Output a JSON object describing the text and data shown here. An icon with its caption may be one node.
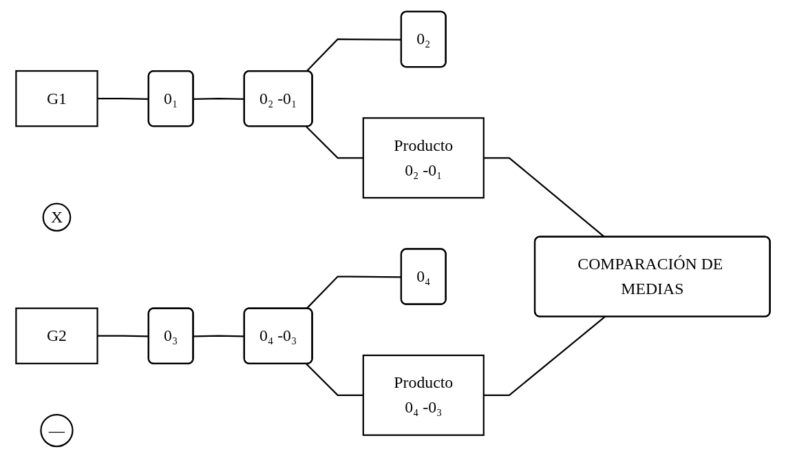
{
  "diagram": {
    "nodes": [
      {
        "text": [
          "0₂ -0₁"
        ]
      },
      {
        "text": [
          "G1"
        ]
      },
      {
        "text": [
          "0₁"
        ]
      },
      {
        "text": [
          "X"
        ]
      },
      {
        "text": [
          "0₂"
        ]
      },
      {
        "text": [
          "Producto",
          "0₂ -0₁"
        ]
      },
      {
        "text": [
          "COMPARACIÓN DE MEDIAS"
        ]
      },
      {
        "text": [
          "G2"
        ]
      },
      {
        "text": [
          "0₃"
        ]
      },
      {
        "text": [
          "—"
        ]
      },
      {
        "text": [
          "0₄"
        ]
      },
      {
        "text": [
          "Producto",
          "0₄ -0₃"
        ]
      },
      {
        "text": [
          "0₄ -0₃"
        ]
      }
    ],
    "edges": [
      {
        "from": 1,
        "to": 2,
        "arrow": "none"
      },
      {
        "from": 2,
        "to": 0,
        "arrow": "none"
      },
      {
        "from": 0,
        "to": 4,
        "arrow": "none"
      },
      {
        "from": 0,
        "to": 5,
        "arrow": "none"
      },
      {
        "from": 5,
        "to": 6,
        "arrow": "none"
      },
      {
        "from": 11,
        "to": 6,
        "arrow": "none"
      },
      {
        "from": 7,
        "to": 8,
        "arrow": "none"
      },
      {
        "from": 8,
        "to": 12,
        "arrow": "none"
      },
      {
        "from": 12,
        "to": 10,
        "arrow": "none"
      },
      {
        "from": 12,
        "to": 11,
        "arrow": "none"
      }
    ]
  }
}
